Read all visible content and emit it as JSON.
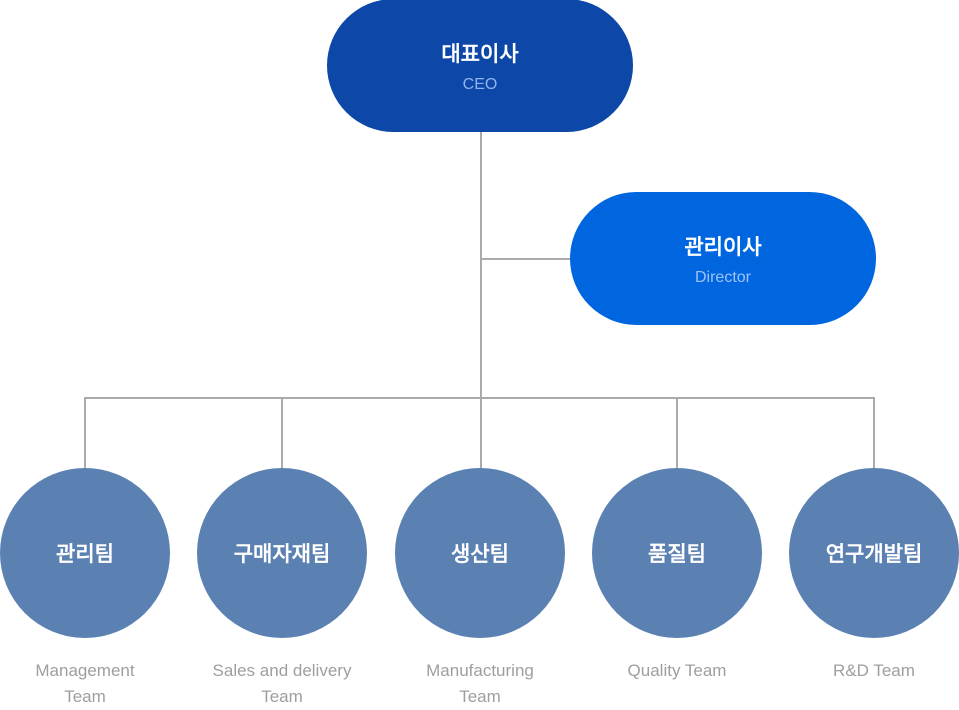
{
  "colors": {
    "ceo": "#0d47a8",
    "director": "#0066e0",
    "team": "#5b81b3",
    "connector": "#aaaaaa",
    "label": "#9e9e9e"
  },
  "ceo": {
    "title": "대표이사",
    "subtitle": "CEO"
  },
  "director": {
    "title": "관리이사",
    "subtitle": "Director"
  },
  "teams": [
    {
      "title": "관리팀",
      "line1": "Management",
      "line2": "Team"
    },
    {
      "title": "구매자재팀",
      "line1": "Sales and delivery",
      "line2": "Team"
    },
    {
      "title": "생산팀",
      "line1": "Manufacturing",
      "line2": "Team"
    },
    {
      "title": "품질팀",
      "line1": "Quality Team",
      "line2": ""
    },
    {
      "title": "연구개발팀",
      "line1": "R&D Team",
      "line2": ""
    }
  ]
}
